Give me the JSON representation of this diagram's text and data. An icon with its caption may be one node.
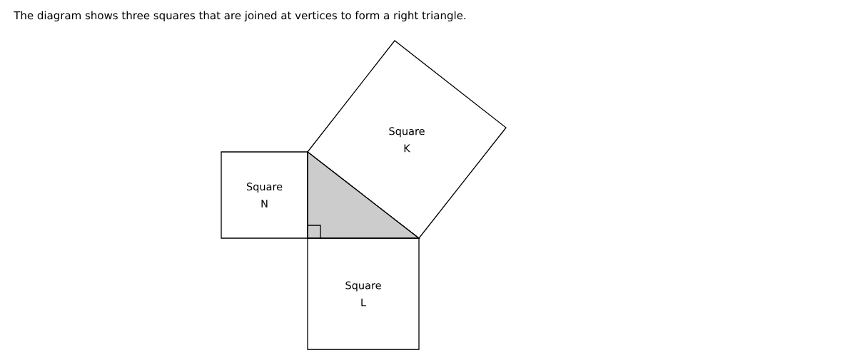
{
  "diagram": {
    "title": "The diagram shows three squares that are joined at vertices to form a right triangle.",
    "nodes": [
      {
        "text": [
          "Square K"
        ]
      },
      {
        "text": [
          "Square N"
        ]
      },
      {
        "text": [
          "Square L"
        ]
      }
    ]
  }
}
